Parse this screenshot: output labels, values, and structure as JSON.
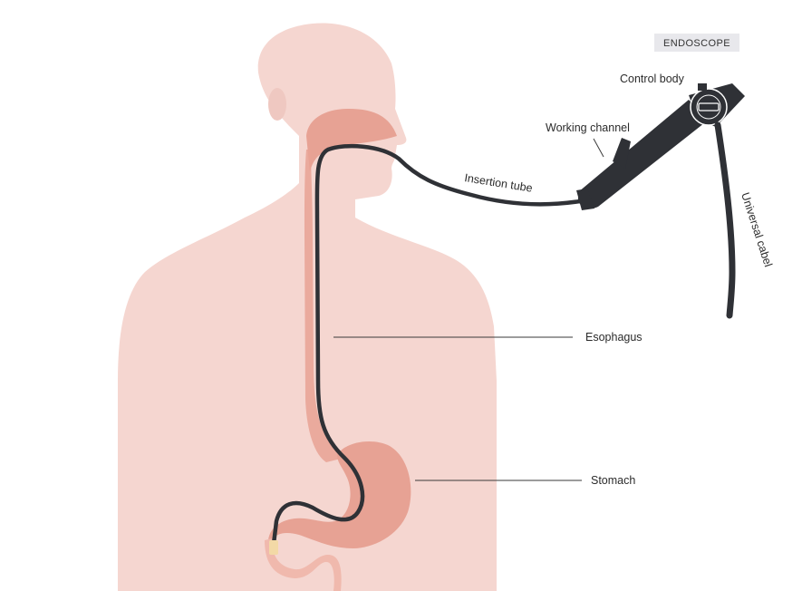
{
  "badge": {
    "text": "ENDOSCOPE"
  },
  "labels": {
    "control_body": "Control body",
    "working_channel": "Working channel",
    "insertion_tube": "Insertion tube",
    "universal_cable": "Universal cabel",
    "esophagus": "Esophagus",
    "stomach": "Stomach"
  },
  "colors": {
    "skin": "#f5d6d0",
    "tract": "#e7a294",
    "tract_light": "#f0b9ad",
    "device": "#2f3136",
    "tip": "#f3d9a6",
    "badge_bg": "#e8e8ec"
  }
}
